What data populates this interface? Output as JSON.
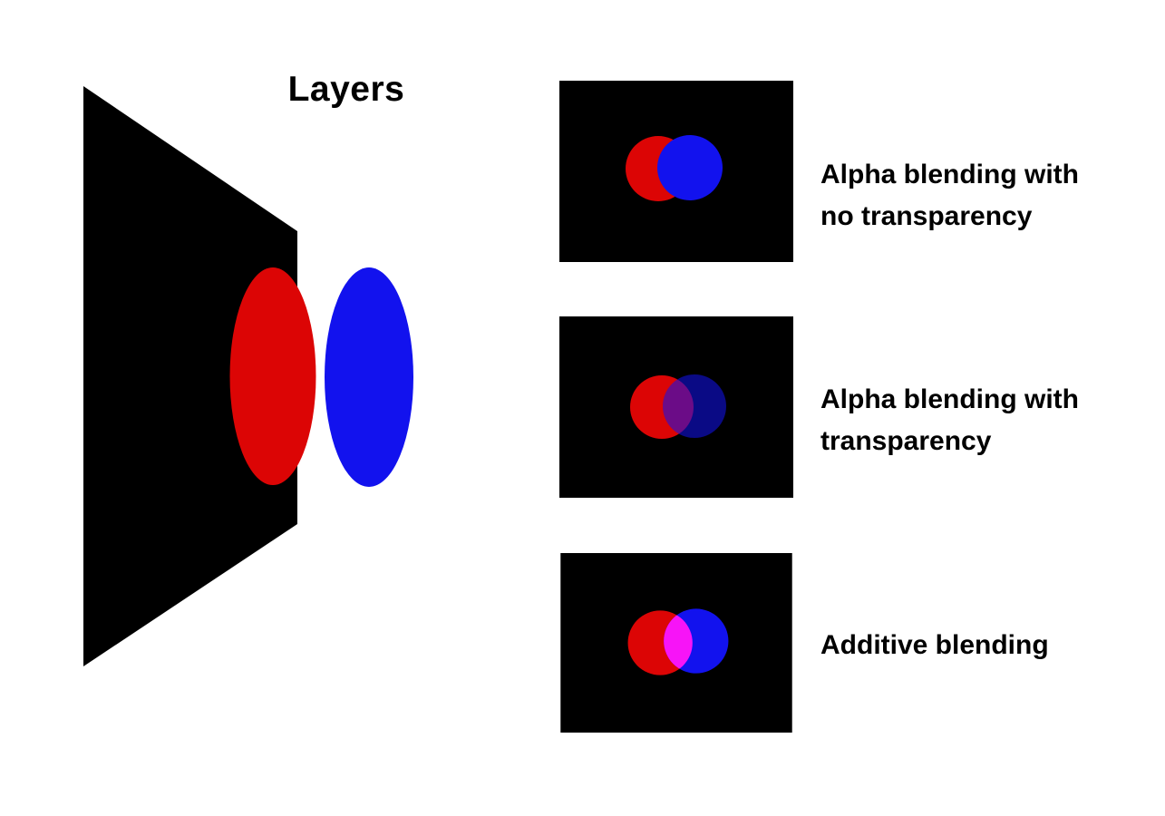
{
  "title": "Layers",
  "colors": {
    "page_bg": "#FFFFFF",
    "panel_bg": "#000000",
    "plane": "#000000",
    "red": "#DC0505",
    "blue": "#1212EE",
    "blue_opacity": "0.56",
    "additive_overlap": "#F714F7",
    "label_text": "#000000"
  },
  "rows": [
    {
      "label_lines": [
        "Alpha blending with",
        "no transparency"
      ]
    },
    {
      "label_lines": [
        "Alpha blending with",
        "transparency"
      ]
    },
    {
      "label_lines": [
        "Additive blending"
      ]
    }
  ]
}
